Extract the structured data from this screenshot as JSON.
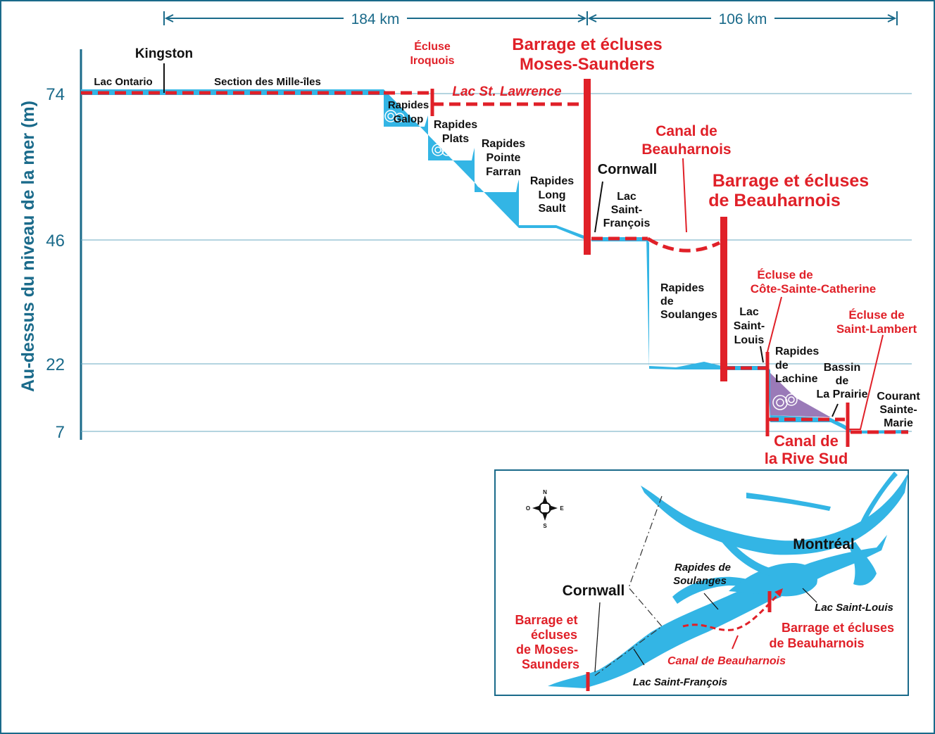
{
  "distances": {
    "left": "184 km",
    "right": "106 km"
  },
  "y_axis": {
    "label": "Au-dessus du niveau de la mer (m)",
    "ticks": [
      "74",
      "46",
      "22",
      "7"
    ]
  },
  "profile_labels": {
    "kingston": "Kingston",
    "lac_ontario": "Lac Ontario",
    "mille_iles": "Section des Mille-îles",
    "galop_1": "Rapides",
    "galop_2": "Galop",
    "plats_1": "Rapides",
    "plats_2": "Plats",
    "farran_1": "Rapides",
    "farran_2": "Pointe",
    "farran_3": "Farran",
    "long_sault_1": "Rapides",
    "long_sault_2": "Long",
    "long_sault_3": "Sault",
    "cornwall": "Cornwall",
    "lsf_1": "Lac",
    "lsf_2": "Saint-",
    "lsf_3": "François",
    "soulanges_1": "Rapides",
    "soulanges_2": "de",
    "soulanges_3": "Soulanges",
    "lsl_1": "Lac",
    "lsl_2": "Saint-",
    "lsl_3": "Louis",
    "lachine_1": "Rapides",
    "lachine_2": "de",
    "lachine_3": "Lachine",
    "bassin_1": "Bassin",
    "bassin_2": "de",
    "bassin_3": "La Prairie",
    "courant_1": "Courant",
    "courant_2": "Sainte-",
    "courant_3": "Marie"
  },
  "red_labels": {
    "iroquois_1": "Écluse",
    "iroquois_2": "Iroquois",
    "moses_1": "Barrage et écluses",
    "moses_2": "Moses-Saunders",
    "lac_st_lawrence": "Lac St. Lawrence",
    "canal_beau_1": "Canal de",
    "canal_beau_2": "Beauharnois",
    "barrage_beau_1": "Barrage et écluses",
    "barrage_beau_2": "de Beauharnois",
    "cote_1": "Écluse de",
    "cote_2": "Côte-Sainte-Catherine",
    "lambert_1": "Écluse de",
    "lambert_2": "Saint-Lambert",
    "rive_sud_1": "Canal de",
    "rive_sud_2": "la Rive Sud"
  },
  "inset": {
    "compass": {
      "n": "N",
      "s": "S",
      "e": "E",
      "o": "O"
    },
    "montreal": "Montréal",
    "cornwall": "Cornwall",
    "soulanges_1": "Rapides de",
    "soulanges_2": "Soulanges",
    "lac_saint_louis": "Lac Saint-Louis",
    "lac_saint_francois": "Lac Saint-François",
    "canal": "Canal de Beauharnois",
    "beau_1": "Barrage et écluses",
    "beau_2": "de Beauharnois",
    "moses_1": "Barrage et",
    "moses_2": "écluses",
    "moses_3": "de Moses-",
    "moses_4": "Saunders"
  },
  "colors": {
    "water": "#33b5e5",
    "frame": "#1a6a8a",
    "red": "#e02028",
    "lachine": "#9a7ab8"
  }
}
